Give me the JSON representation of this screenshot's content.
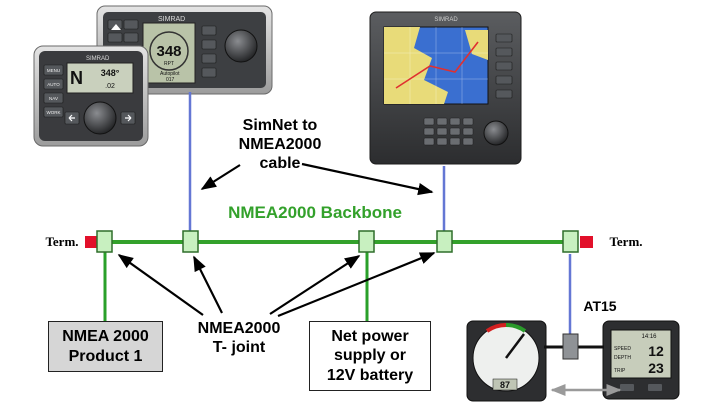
{
  "labels": {
    "cable_line1": "SimNet to",
    "cable_line2": "NMEA2000",
    "cable_line3": "cable",
    "backbone": "NMEA2000 Backbone",
    "term_left": "Term.",
    "term_right": "Term.",
    "tjoint_line1": "NMEA2000",
    "tjoint_line2": "T- joint",
    "at15": "AT15"
  },
  "boxes": {
    "product_line1": "NMEA 2000",
    "product_line2": "Product 1",
    "power_line1": "Net power",
    "power_line2": "supply or",
    "power_line3": "12V battery"
  },
  "devices": {
    "autopilot_back": {
      "brand": "SIMRAD",
      "heading": "348",
      "heading_unit": "RPT",
      "status": "Autopilot",
      "footer": "017"
    },
    "autopilot_front": {
      "brand": "SIMRAD",
      "mode": "N",
      "heading": "348°",
      "readout": ".02",
      "keys": [
        "MENU",
        "AUTO",
        "NAV",
        "WORK"
      ]
    },
    "chartplotter": {
      "brand": "SIMRAD"
    },
    "wind_instrument": {
      "value": "87"
    },
    "data_display": {
      "rows": [
        "SPEED",
        "DEPTH",
        "TRIP"
      ],
      "value1": "12",
      "value2": "23",
      "header": "14:16"
    }
  },
  "colors": {
    "backbone": "#33a12b",
    "drop_cable": "#2aa02a",
    "simnet_cable": "#6477d4",
    "connector_fill": "#c8f0c0",
    "terminator": "#e2102a",
    "title_text": "#33a12b",
    "product_box_fill": "#d6d6d6"
  }
}
